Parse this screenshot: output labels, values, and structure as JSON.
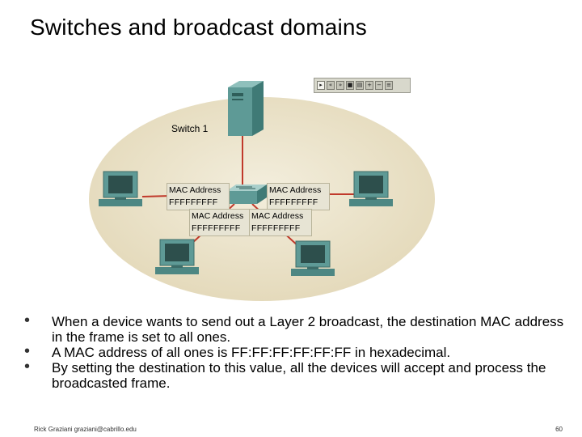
{
  "title": "Switches and broadcast domains",
  "diagram": {
    "switch_label": "Switch 1",
    "mac_tables": [
      {
        "label": "MAC Address",
        "value": "FFFFFFFFF"
      },
      {
        "label": "MAC Address",
        "value": "FFFFFFFFF"
      },
      {
        "label": "MAC Address",
        "value": "FFFFFFFFF"
      },
      {
        "label": "MAC Address",
        "value": "FFFFFFFFF"
      }
    ],
    "toolbar_icons": [
      "play-icon",
      "rewind-icon",
      "fast-forward-icon",
      "stop-icon",
      "print-icon",
      "zoom-in-icon",
      "zoom-out-icon",
      "settings-icon"
    ]
  },
  "bullets": [
    "When a device wants to send out a Layer 2 broadcast, the destination MAC address in the frame is set to all ones.",
    "A MAC address of all ones is FF:FF:FF:FF:FF:FF in hexadecimal.",
    "By setting the destination to this value, all the devices will accept and process the broadcasted frame."
  ],
  "footer": {
    "author": "Rick Graziani  graziani@cabrillo.edu",
    "page": "60"
  },
  "colors": {
    "ellipse": "#e8dfc4",
    "device": "#5e9a96",
    "cable": "#c0392b",
    "mac_box": "#e7e4d4"
  }
}
